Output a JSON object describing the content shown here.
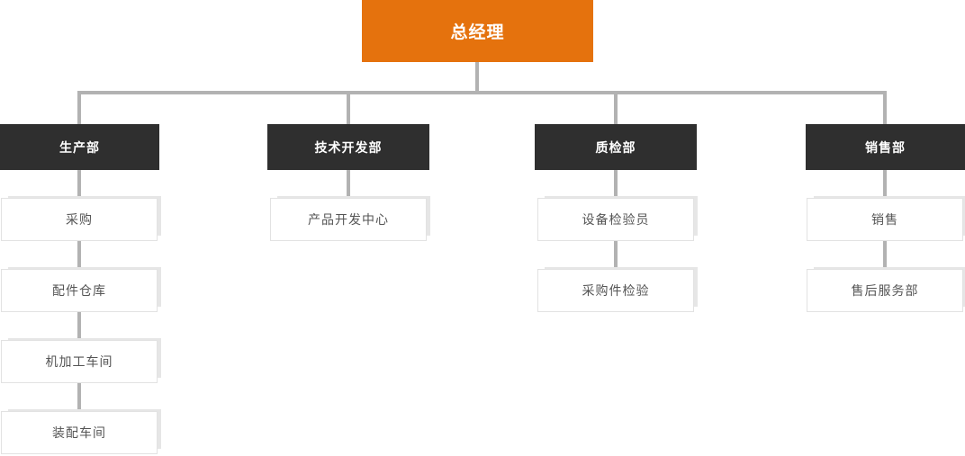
{
  "org_chart": {
    "root": {
      "label": "总经理"
    },
    "departments": [
      {
        "label": "生产部",
        "children": [
          "采购",
          "配件仓库",
          "机加工车间",
          "装配车间"
        ]
      },
      {
        "label": "技术开发部",
        "children": [
          "产品开发中心"
        ]
      },
      {
        "label": "质检部",
        "children": [
          "设备检验员",
          "采购件检验"
        ]
      },
      {
        "label": "销售部",
        "children": [
          "销售",
          "售后服务部"
        ]
      }
    ],
    "colors": {
      "root_bg": "#e5720d",
      "department_bg": "#2f2f2f",
      "connector": "#b2b2b2",
      "child_border": "#e2e2e2",
      "child_text": "#555555",
      "label_text": "#ffffff"
    }
  }
}
